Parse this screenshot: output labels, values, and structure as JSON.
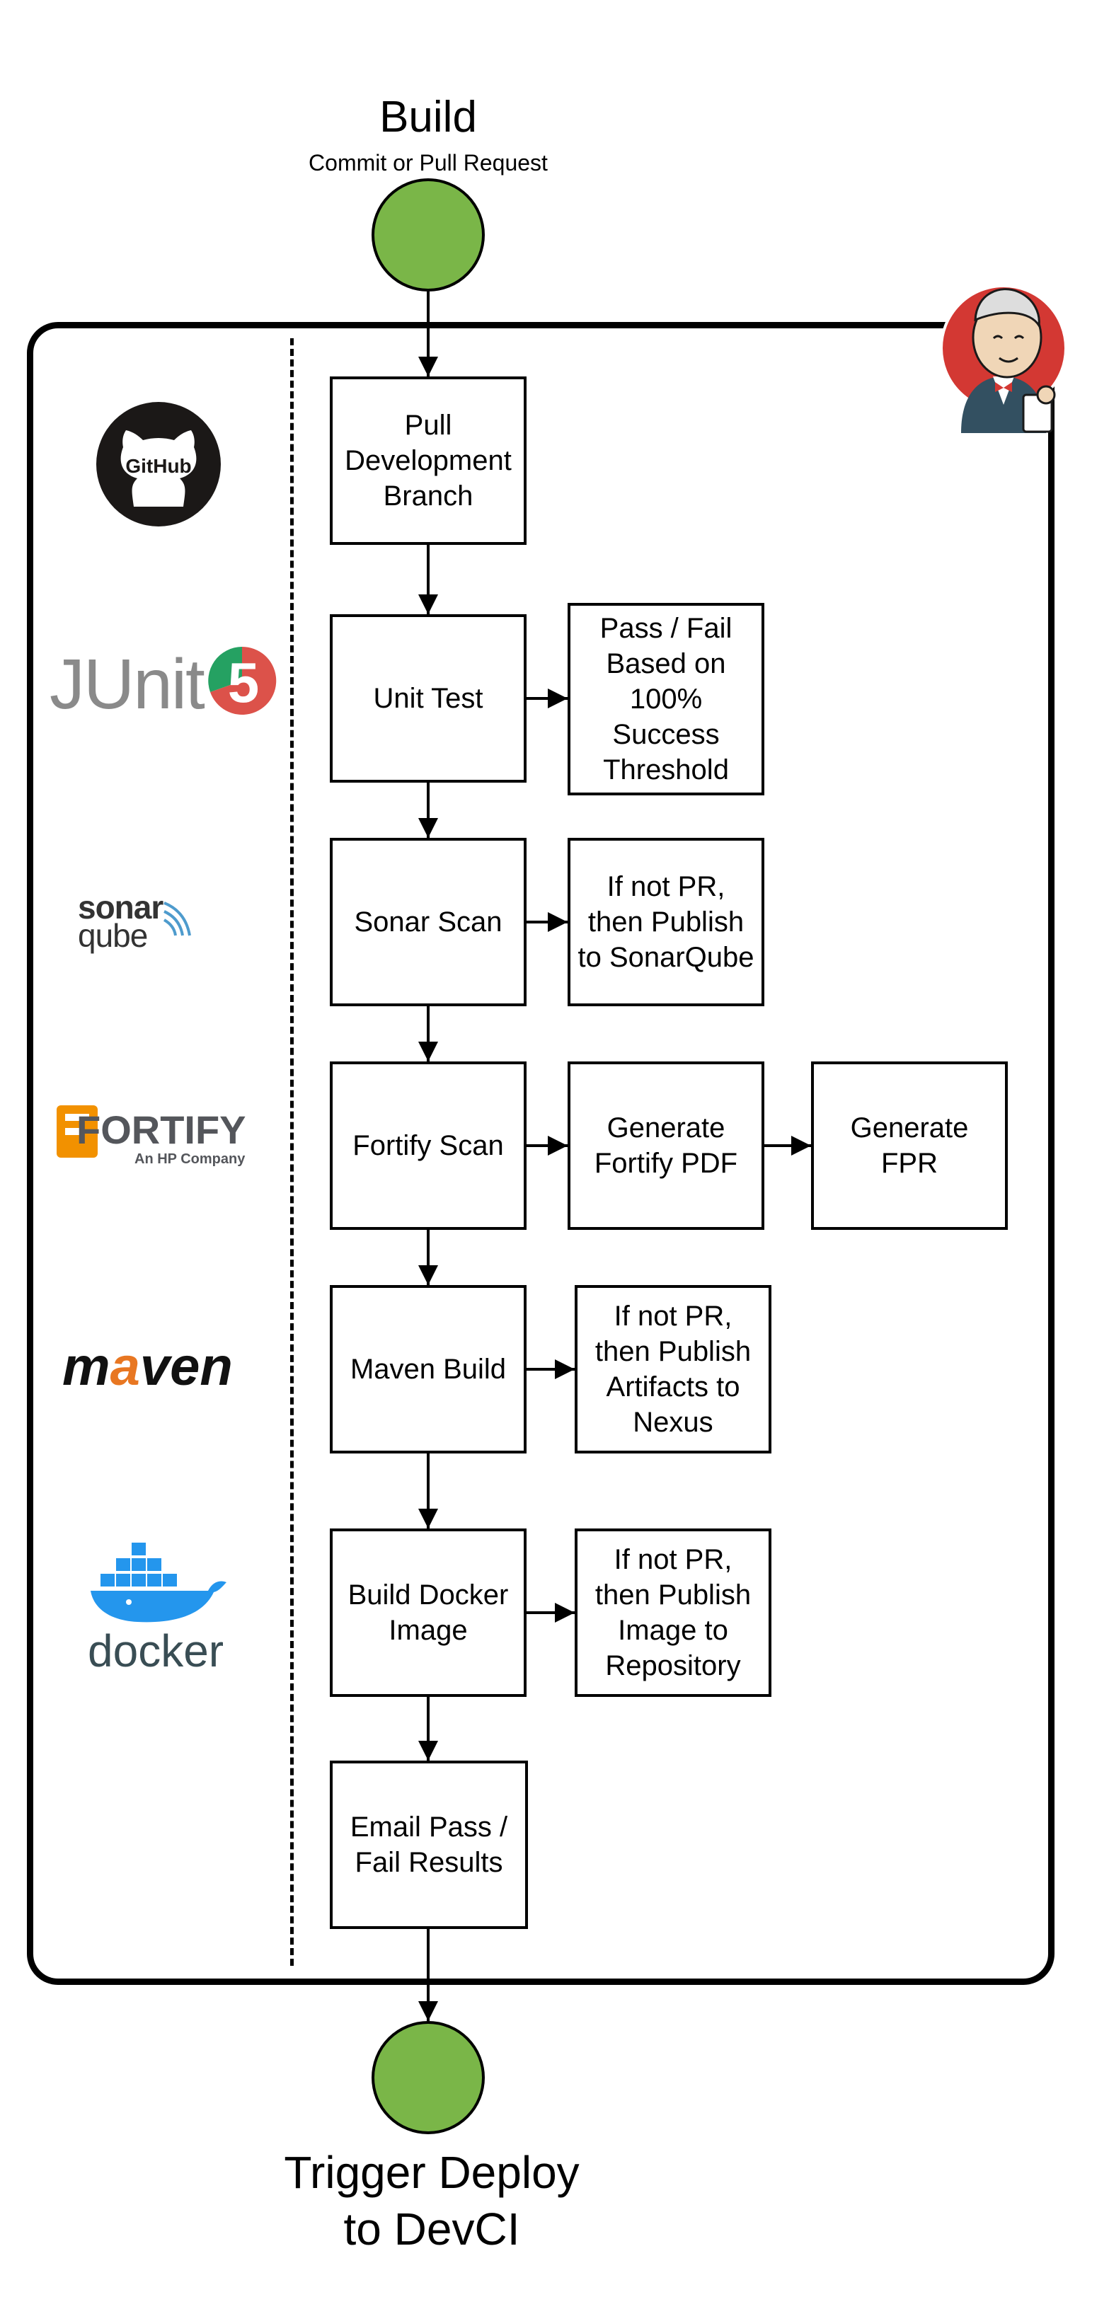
{
  "header": {
    "title": "Build",
    "subtitle": "Commit or Pull Request"
  },
  "steps": [
    "Pull Development Branch",
    "Unit Test",
    "Sonar Scan",
    "Fortify Scan",
    "Maven Build",
    "Build Docker Image",
    "Email Pass / Fail Results"
  ],
  "side_steps": {
    "unit_test_result": "Pass / Fail Based on 100% Success Threshold",
    "sonar_publish": "If not PR, then Publish to SonarQube",
    "fortify_pdf": "Generate Fortify PDF",
    "fortify_fpr": "Generate FPR",
    "maven_publish": "If not PR, then Publish Artifacts to Nexus",
    "docker_publish": "If not PR, then Publish Image  to Repository"
  },
  "footer": {
    "label": "Trigger Deploy\nto DevCI"
  },
  "logos": {
    "github": "GitHub",
    "junit": "JUnit",
    "junit_number": "5",
    "sonar_top": "sonar",
    "sonar_bottom": "qube",
    "fortify": "FORTIFY",
    "fortify_tag": "An HP Company",
    "maven_m": "m",
    "maven_a": "a",
    "maven_ven": "ven",
    "docker": "docker"
  },
  "colors": {
    "node_fill": "#7ab648",
    "junit_red": "#dc524a",
    "junit_green": "#25a162",
    "maven_orange": "#e87722",
    "docker_blue": "#2496ed",
    "jenkins_red": "#d33833"
  },
  "icons": [
    "github-logo",
    "junit5-logo",
    "sonarqube-logo",
    "fortify-logo",
    "maven-logo",
    "docker-logo",
    "jenkins-mascot"
  ]
}
